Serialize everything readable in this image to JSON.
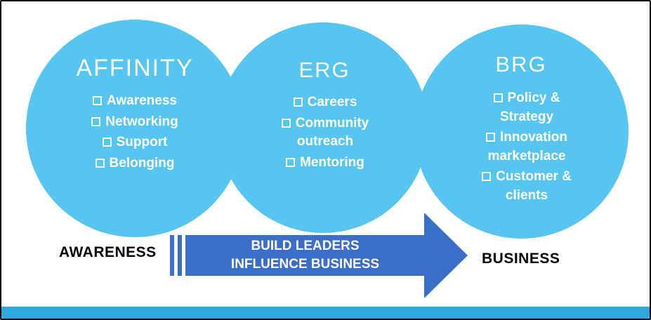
{
  "colors": {
    "circle": "#56C6F0",
    "arrow": "#3B6FC7",
    "bottom_bar": "#2EA9DF",
    "text_white": "#ffffff",
    "text_black": "#000000"
  },
  "circles": [
    {
      "title": "AFFINITY",
      "items": [
        "Awareness",
        "Networking",
        "Support",
        "Belonging"
      ]
    },
    {
      "title": "ERG",
      "items": [
        "Careers",
        "Community outreach",
        "Mentoring"
      ]
    },
    {
      "title": "BRG",
      "items": [
        "Policy & Strategy",
        "Innovation marketplace",
        "Customer & clients"
      ]
    }
  ],
  "arrow": {
    "line1": "BUILD LEADERS",
    "line2": "INFLUENCE BUSINESS"
  },
  "labels": {
    "left": "AWARENESS",
    "right": "BUSINESS"
  }
}
